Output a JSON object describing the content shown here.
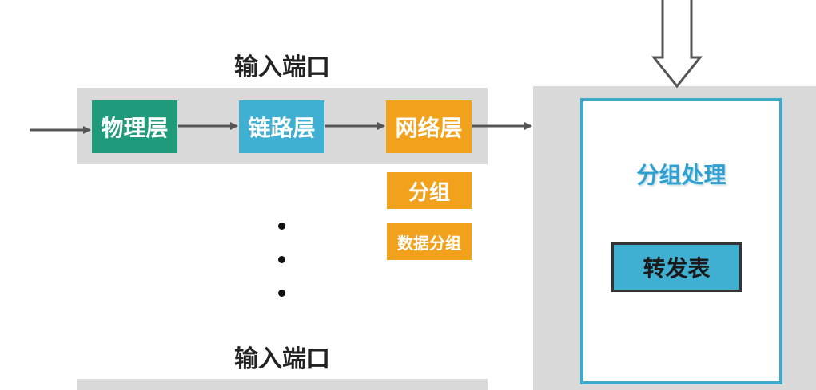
{
  "input_port_top": {
    "title": "输入端口",
    "layers": [
      {
        "label": "物理层",
        "color": "#1f9a7a"
      },
      {
        "label": "链路层",
        "color": "#3fb0d2"
      },
      {
        "label": "网络层",
        "color": "#f2a11d"
      }
    ]
  },
  "packet_tags": [
    {
      "label": "分组",
      "color": "#f2a11d"
    },
    {
      "label": "数据分组",
      "color": "#f2a11d"
    }
  ],
  "input_port_bottom": {
    "title": "输入端口"
  },
  "processing": {
    "title": "分组处理",
    "forwarding_table_label": "转发表",
    "forwarding_table_color": "#3fb0d2",
    "border_color": "#3fa9c9"
  },
  "colors": {
    "arrow": "#555555",
    "panel_gray": "#d9d9d9"
  }
}
